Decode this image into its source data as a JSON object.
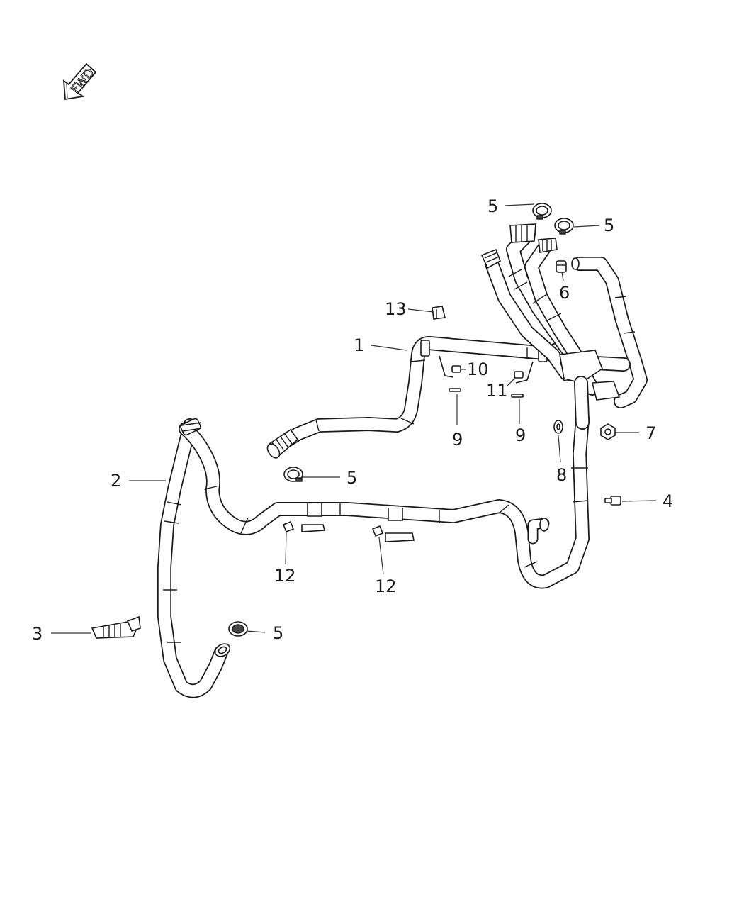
{
  "fwd_label": "FWD",
  "callouts": [
    {
      "id": "c1",
      "label": "1"
    },
    {
      "id": "c2",
      "label": "2"
    },
    {
      "id": "c3",
      "label": "3"
    },
    {
      "id": "c4",
      "label": "4"
    },
    {
      "id": "c5a",
      "label": "5"
    },
    {
      "id": "c5b",
      "label": "5"
    },
    {
      "id": "c5c",
      "label": "5"
    },
    {
      "id": "c5d",
      "label": "5"
    },
    {
      "id": "c6",
      "label": "6"
    },
    {
      "id": "c7",
      "label": "7"
    },
    {
      "id": "c8",
      "label": "8"
    },
    {
      "id": "c9a",
      "label": "9"
    },
    {
      "id": "c9b",
      "label": "9"
    },
    {
      "id": "c10",
      "label": "10"
    },
    {
      "id": "c11",
      "label": "11"
    },
    {
      "id": "c12a",
      "label": "12"
    },
    {
      "id": "c12b",
      "label": "12"
    },
    {
      "id": "c13",
      "label": "13"
    }
  ]
}
